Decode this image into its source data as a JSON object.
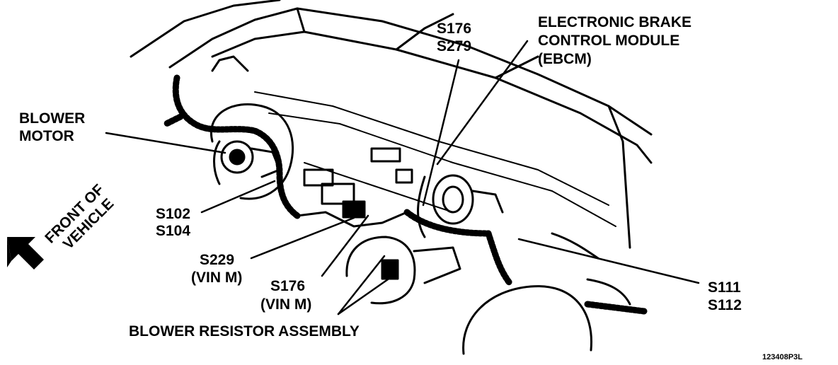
{
  "labels": {
    "blower_motor": [
      "BLOWER",
      "MOTOR"
    ],
    "front_of_vehicle": [
      "FRONT OF",
      "VEHICLE"
    ],
    "s102_s104": [
      "S102",
      "S104"
    ],
    "s229_vin_m": [
      "S229",
      "(VIN M)"
    ],
    "s176_vin_m": [
      "S176",
      "(VIN M)"
    ],
    "blower_resistor": "BLOWER RESISTOR ASSEMBLY",
    "s176_s279": [
      "S176",
      "S279"
    ],
    "ebcm": [
      "ELECTRONIC BRAKE",
      "CONTROL MODULE",
      "(EBCM)"
    ],
    "s111_s112": [
      "S111",
      "S112"
    ],
    "figure_id": "123408P3L"
  },
  "colors": {
    "ink": "#000000",
    "paper": "#ffffff"
  }
}
